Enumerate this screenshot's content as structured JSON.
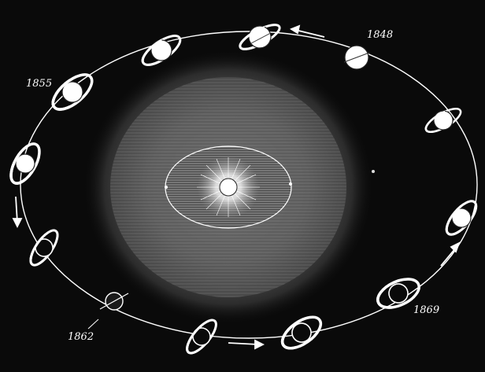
{
  "year_labels": {
    "y1848": "1848",
    "y1855": "1855",
    "y1862": "1862",
    "y1869": "1869"
  },
  "colors": {
    "background": "#0a0a0a",
    "orbit": "#ffffff",
    "nebula": "#6a6a6a",
    "planet": "#ffffff",
    "sun": "#ffffff"
  },
  "icons": [
    "saturn-icon",
    "sun-icon",
    "orbit-direction-arrow-icon"
  ]
}
